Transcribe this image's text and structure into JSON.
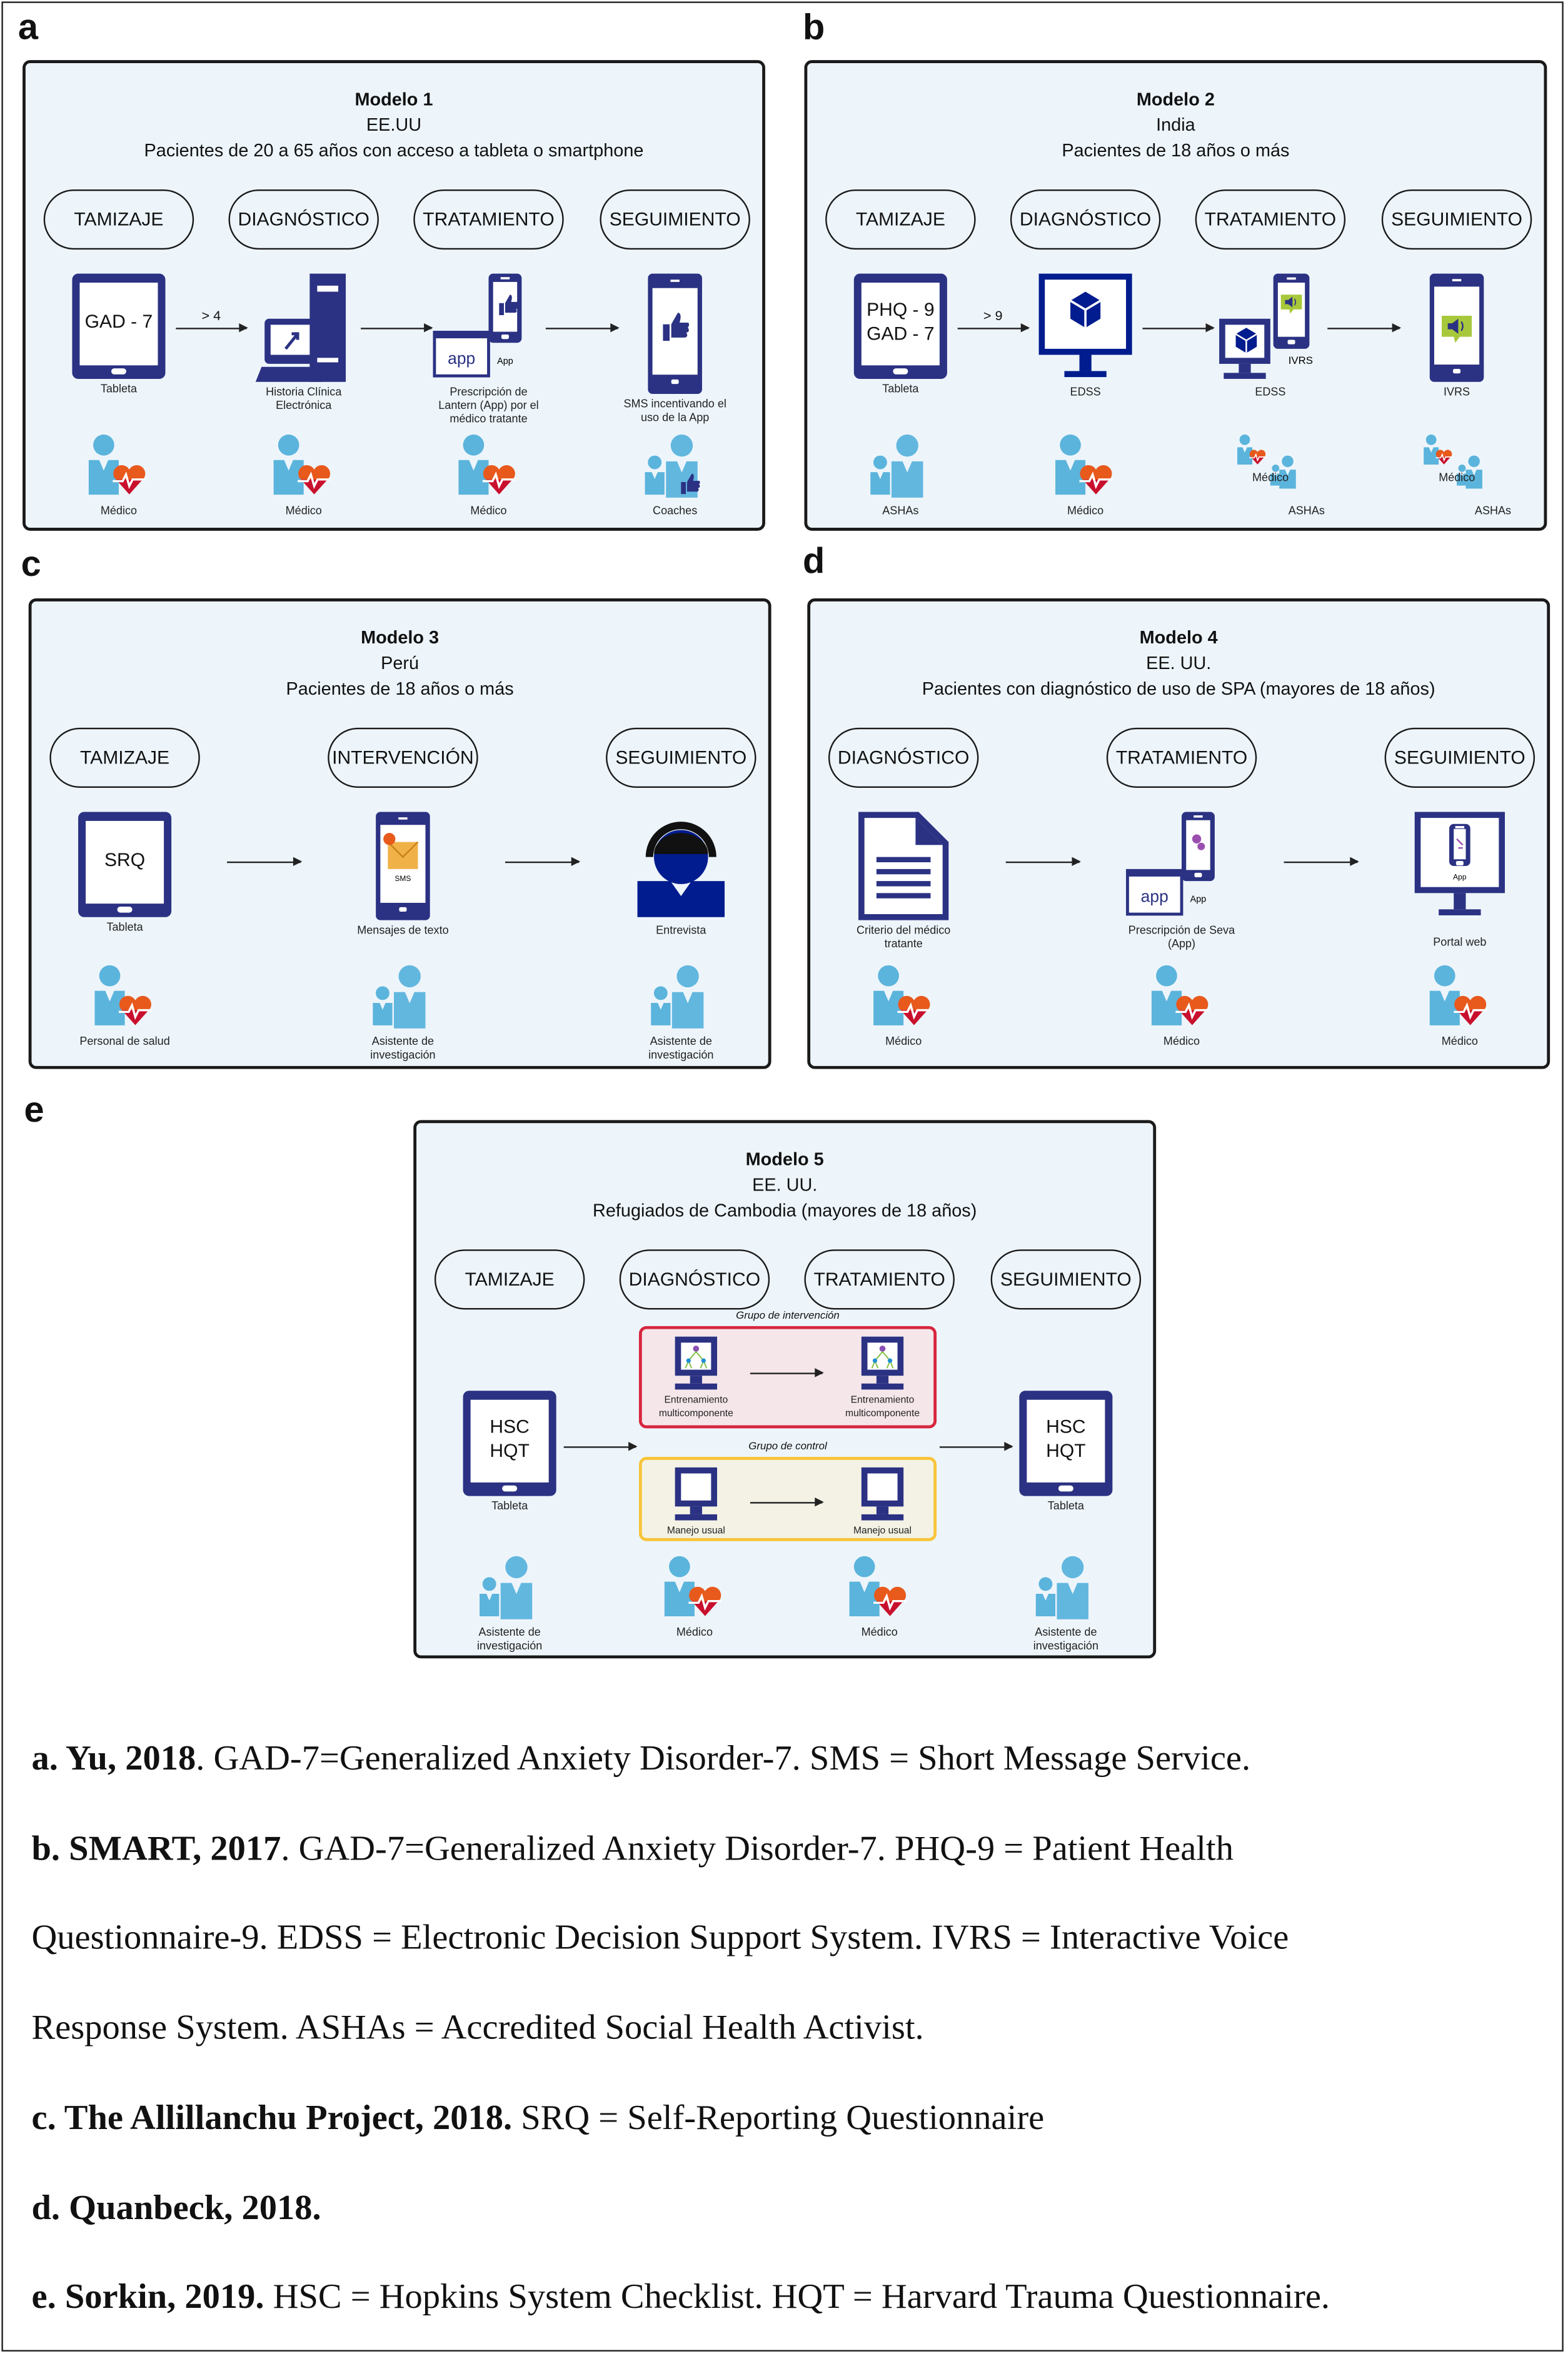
{
  "colors": {
    "navy": "#2b3283",
    "person": "#5bb4dc",
    "heart_orange": "#e8591c",
    "heart_red": "#c8102e",
    "speaker_green": "#a8c83c",
    "panel_bg": "#edf5fb",
    "intervention_border": "#d7263d",
    "intervention_bg": "#f5e6ea",
    "control_border": "#f8c43a",
    "control_bg": "#f3f2e4"
  },
  "panels": [
    {
      "letter": "a",
      "title": "Modelo 1",
      "subtitle": "EE.UU",
      "population": "Pacientes de 20 a 65 años con acceso a tableta o smartphone",
      "stages": [
        "TAMIZAJE",
        "DIAGNÓSTICO",
        "TRATAMIENTO",
        "SEGUIMIENTO"
      ],
      "arrow_labels": [
        "> 4",
        "",
        ""
      ],
      "items": [
        {
          "icon": "tablet",
          "lines": [
            "GAD - 7"
          ],
          "caption": "Tableta"
        },
        {
          "icon": "computer-tower",
          "caption": "Historia Clínica Electrónica"
        },
        {
          "icon": "app-phone",
          "tags": [
            "app",
            "App"
          ],
          "caption": "Prescripción de Lantern (App) por el médico tratante"
        },
        {
          "icon": "phone-thumb",
          "caption": "SMS incentivando el uso de la App"
        }
      ],
      "people": [
        {
          "icon": "doctor",
          "caption": "Médico"
        },
        {
          "icon": "doctor",
          "caption": "Médico"
        },
        {
          "icon": "doctor",
          "caption": "Médico"
        },
        {
          "icon": "coaches",
          "caption": "Coaches"
        }
      ]
    },
    {
      "letter": "b",
      "title": "Modelo 2",
      "subtitle": "India",
      "population": "Pacientes de 18 años o más",
      "stages": [
        "TAMIZAJE",
        "DIAGNÓSTICO",
        "TRATAMIENTO",
        "SEGUIMIENTO"
      ],
      "arrow_labels": [
        "> 9",
        "",
        ""
      ],
      "items": [
        {
          "icon": "tablet",
          "lines": [
            "PHQ - 9",
            "GAD - 7"
          ],
          "caption": "Tableta"
        },
        {
          "icon": "monitor-cube",
          "caption": "EDSS"
        },
        {
          "icon": "monitor-phone-speaker",
          "tags": [
            "IVRS"
          ],
          "caption": "EDSS"
        },
        {
          "icon": "phone-speaker",
          "caption": "IVRS"
        }
      ],
      "people": [
        {
          "icon": "group",
          "caption": "ASHAs"
        },
        {
          "icon": "doctor",
          "caption": "Médico"
        },
        {
          "icon": "doctor-group",
          "captions": [
            "Médico",
            "ASHAs"
          ]
        },
        {
          "icon": "doctor-group",
          "captions": [
            "Médico",
            "ASHAs"
          ]
        }
      ]
    },
    {
      "letter": "c",
      "title": "Modelo 3",
      "subtitle": "Perú",
      "population": "Pacientes de 18 años o más",
      "stages": [
        "TAMIZAJE",
        "INTERVENCIÓN",
        "SEGUIMIENTO"
      ],
      "arrow_labels": [
        "",
        ""
      ],
      "items": [
        {
          "icon": "tablet",
          "lines": [
            "SRQ"
          ],
          "caption": "Tableta"
        },
        {
          "icon": "phone-sms",
          "tags": [
            "SMS"
          ],
          "caption": "Mensajes de texto"
        },
        {
          "icon": "headset-person",
          "caption": "Entrevista"
        }
      ],
      "people": [
        {
          "icon": "doctor",
          "caption": "Personal de salud"
        },
        {
          "icon": "group",
          "caption": "Asistente de investigación"
        },
        {
          "icon": "group",
          "caption": "Asistente de investigación"
        }
      ]
    },
    {
      "letter": "d",
      "title": "Modelo 4",
      "subtitle": "EE. UU.",
      "population": "Pacientes con diagnóstico de uso de SPA (mayores de 18 años)",
      "stages": [
        "DIAGNÓSTICO",
        "TRATAMIENTO",
        "SEGUIMIENTO"
      ],
      "arrow_labels": [
        "",
        ""
      ],
      "items": [
        {
          "icon": "document",
          "caption": "Criterio del médico tratante"
        },
        {
          "icon": "app-phone-gear",
          "tags": [
            "app",
            "App"
          ],
          "caption": "Prescripción de Seva (App)"
        },
        {
          "icon": "monitor-phone",
          "tags": [
            "App"
          ],
          "caption": "Portal web"
        }
      ],
      "people": [
        {
          "icon": "doctor",
          "caption": "Médico"
        },
        {
          "icon": "doctor",
          "caption": "Médico"
        },
        {
          "icon": "doctor",
          "caption": "Médico"
        }
      ]
    },
    {
      "letter": "e",
      "title": "Modelo 5",
      "subtitle": "EE. UU.",
      "population": "Refugiados de Cambodia (mayores de 18 años)",
      "stages": [
        "TAMIZAJE",
        "DIAGNÓSTICO",
        "TRATAMIENTO",
        "SEGUIMIENTO"
      ],
      "items": [
        {
          "icon": "tablet",
          "lines": [
            "HSC",
            "HQT"
          ],
          "caption": "Tableta"
        },
        {
          "icon": "tablet",
          "lines": [
            "HSC",
            "HQT"
          ],
          "caption": "Tableta"
        }
      ],
      "intervention": {
        "label": "Grupo de intervención",
        "items": [
          "Entrenamiento multicomponente",
          "Entrenamiento multicomponente"
        ]
      },
      "control": {
        "label": "Grupo de control",
        "items": [
          "Manejo usual",
          "Manejo usual"
        ]
      },
      "people": [
        {
          "icon": "group",
          "caption": "Asistente de investigación"
        },
        {
          "icon": "doctor",
          "caption": "Médico"
        },
        {
          "icon": "doctor",
          "caption": "Médico"
        },
        {
          "icon": "group",
          "caption": "Asistente de investigación"
        }
      ]
    }
  ],
  "captions": [
    {
      "bold": "a. Yu, 2018",
      "text": ". GAD-7=Generalized Anxiety Disorder-7. SMS = Short Message Service."
    },
    {
      "bold": "b. SMART, 2017",
      "text": ". GAD-7=Generalized Anxiety Disorder-7. PHQ-9 = Patient Health"
    },
    {
      "bold": "",
      "text": "Questionnaire-9. EDSS = Electronic Decision Support System. IVRS = Interactive Voice"
    },
    {
      "bold": "",
      "text": "Response System. ASHAs = Accredited Social Health Activist."
    },
    {
      "bold": "c. The Allillanchu Project, 2018.",
      "text": " SRQ = Self-Reporting Questionnaire"
    },
    {
      "bold": "d. Quanbeck, 2018.",
      "text": ""
    },
    {
      "bold": "e. Sorkin, 2019.",
      "text": " HSC = Hopkins System Checklist. HQT = Harvard Trauma Questionnaire."
    }
  ]
}
